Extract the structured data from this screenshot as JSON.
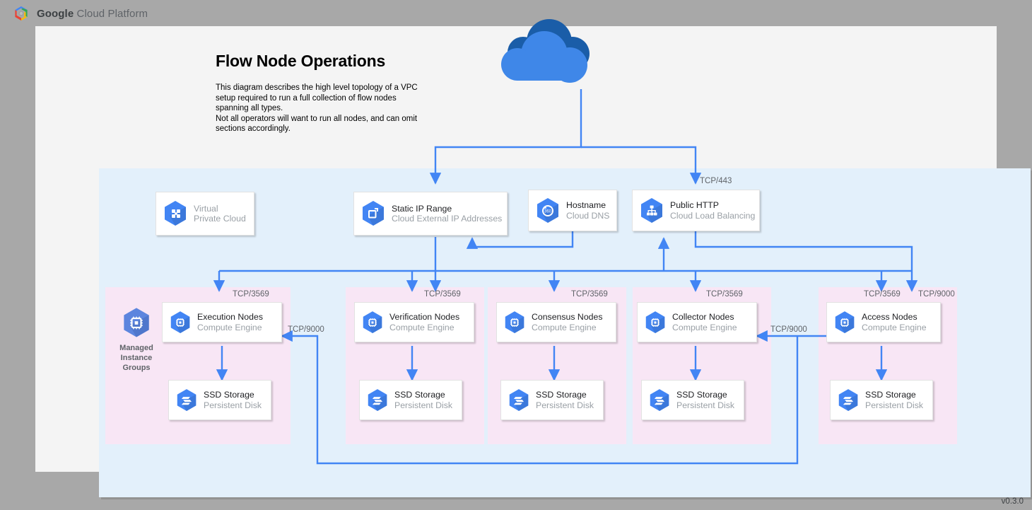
{
  "header": {
    "logo_icon": "google-cloud-platform-logo",
    "brand_bold": "Google",
    "brand_rest": " Cloud Platform"
  },
  "diagram": {
    "title": "Flow Node Operations",
    "description": "This diagram describes the high level topology of a VPC setup required to run a full collection of flow nodes spanning all types.\nNot all operators will want to run all nodes, and can omit sections accordingly.",
    "version": "v0.3.0",
    "internet_icon": "cloud-icon"
  },
  "colors": {
    "page_background": "#a8a8a8",
    "canvas": "#f4f4f4",
    "vpc_region": "#e3f0fb",
    "group_region": "#f8e6f5",
    "connector": "#4285f4",
    "icon_blue": "#4285f4",
    "title_text": "#202124",
    "subtitle_text": "#9aa0a6"
  },
  "top_row": [
    {
      "title": "Virtual",
      "title2": "Private Cloud",
      "subtitle": "",
      "icon": "virtual-private-cloud-icon",
      "muted": true,
      "stacked": false
    },
    {
      "title": "Static IP Range",
      "subtitle": "Cloud External IP Addresses",
      "icon": "static-ip-range-icon",
      "muted": false,
      "stacked": true
    },
    {
      "title": "Hostname",
      "subtitle": "Cloud DNS",
      "icon": "cloud-dns-icon",
      "muted": false,
      "stacked": false
    },
    {
      "title": "Public HTTP",
      "subtitle": "Cloud Load Balancing",
      "icon": "cloud-load-balancing-icon",
      "muted": false,
      "stacked": false
    }
  ],
  "groups": [
    {
      "side_label": "Managed\nInstance\nGroups",
      "side_icon": "managed-instance-groups-icon",
      "node": {
        "title": "Execution Nodes",
        "subtitle": "Compute Engine",
        "icon": "compute-engine-icon"
      },
      "storage": {
        "title": "SSD Storage",
        "subtitle": "Persistent Disk",
        "icon": "persistent-disk-icon"
      },
      "ingress_port": "TCP/3569"
    },
    {
      "side_label": "",
      "node": {
        "title": "Verification Nodes",
        "subtitle": "Compute Engine",
        "icon": "compute-engine-icon"
      },
      "storage": {
        "title": "SSD Storage",
        "subtitle": "Persistent Disk",
        "icon": "persistent-disk-icon"
      },
      "ingress_port": "TCP/3569"
    },
    {
      "side_label": "",
      "node": {
        "title": "Consensus Nodes",
        "subtitle": "Compute Engine",
        "icon": "compute-engine-icon"
      },
      "storage": {
        "title": "SSD Storage",
        "subtitle": "Persistent Disk",
        "icon": "persistent-disk-icon"
      },
      "ingress_port": "TCP/3569"
    },
    {
      "side_label": "",
      "node": {
        "title": "Collector Nodes",
        "subtitle": "Compute Engine",
        "icon": "compute-engine-icon"
      },
      "storage": {
        "title": "SSD Storage",
        "subtitle": "Persistent Disk",
        "icon": "persistent-disk-icon"
      },
      "ingress_port": "TCP/3569"
    },
    {
      "side_label": "",
      "node": {
        "title": "Access Nodes",
        "subtitle": "Compute Engine",
        "icon": "compute-engine-icon"
      },
      "storage": {
        "title": "SSD Storage",
        "subtitle": "Persistent Disk",
        "icon": "persistent-disk-icon"
      },
      "ingress_port": "TCP/3569",
      "ingress_port2": "TCP/9000"
    }
  ],
  "connector_labels": {
    "lb_ingress": "TCP/443",
    "access_to_collector": "TCP/9000",
    "access_to_execution": "TCP/9000"
  }
}
